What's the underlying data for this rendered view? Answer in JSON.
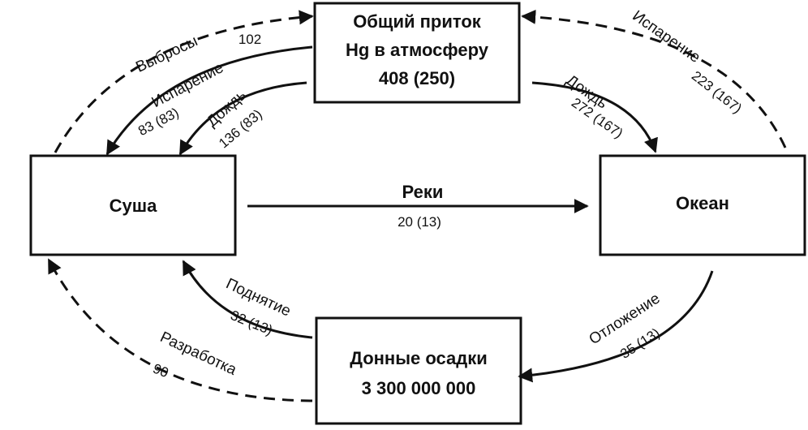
{
  "boxes": {
    "atmosphere": {
      "line1": "Общий приток",
      "line2": "Hg в атмосферу",
      "line3": "408 (250)"
    },
    "land": {
      "label": "Суша"
    },
    "ocean": {
      "label": "Океан"
    },
    "sediments": {
      "line1": "Донные осадки",
      "line2": "3 300 000 000"
    }
  },
  "flows": {
    "emissions": {
      "label": "Выбросы",
      "value": "102"
    },
    "land_evaporation": {
      "label": "Испарение",
      "value": "83 (83)"
    },
    "land_rain": {
      "label": "Дождь",
      "value": "136 (83)"
    },
    "ocean_rain": {
      "label": "Дождь",
      "value": "272 (167)"
    },
    "ocean_evaporation": {
      "label": "Испарение",
      "value": "223 (167)"
    },
    "rivers": {
      "label": "Реки",
      "value": "20 (13)"
    },
    "uplift": {
      "label": "Поднятие",
      "value": "32 (13)"
    },
    "deposition": {
      "label": "Отложение",
      "value": "35 (13)"
    },
    "mining": {
      "label": "Разработка",
      "value": "90"
    }
  }
}
